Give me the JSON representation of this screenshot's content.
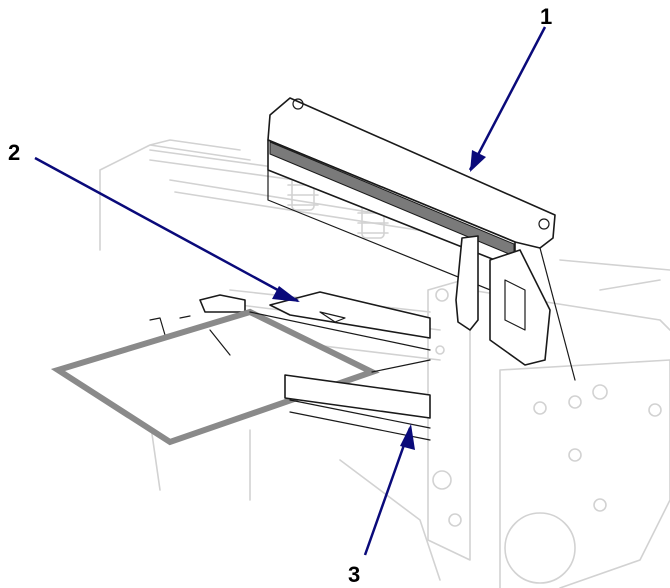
{
  "callouts": [
    {
      "id": "1",
      "label": "1"
    },
    {
      "id": "2",
      "label": "2"
    },
    {
      "id": "3",
      "label": "3"
    }
  ],
  "colors": {
    "leader": "#0a0a7a",
    "label": "#000000",
    "media_strip": "#8a8a8a",
    "printhead_band": "#7a7a7a",
    "ghost_lines": "#d2d2d2"
  }
}
